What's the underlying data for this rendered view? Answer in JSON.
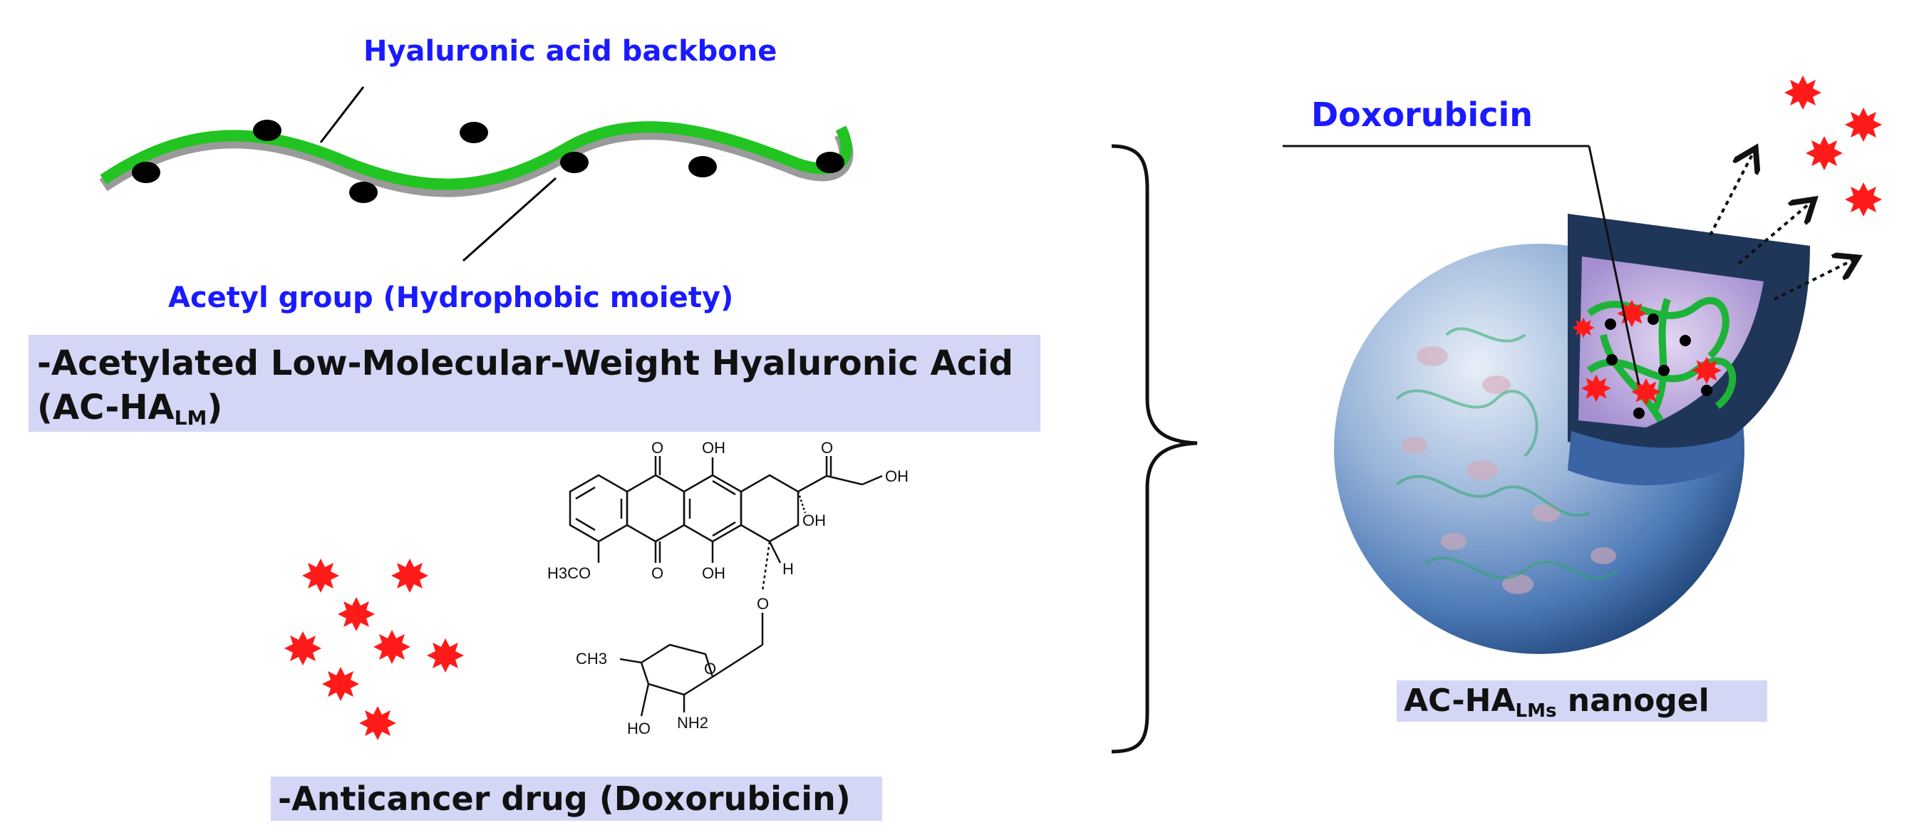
{
  "labels": {
    "backbone": "Hyaluronic acid backbone",
    "acetyl": "Acetyl group (Hydrophobic moiety)",
    "polymer_line1": "-Acetylated Low-Molecular-Weight Hyaluronic Acid",
    "polymer_line2_main": "(AC-HA",
    "polymer_line2_sub": "LM",
    "polymer_line2_end": ")",
    "drug": "-Anticancer drug (Doxorubicin)",
    "doxorubicin": "Doxorubicin",
    "nanogel_main": "AC-HA",
    "nanogel_sub": "LMs",
    "nanogel_end": " nanogel"
  },
  "structure_atoms": {
    "o_top1": "O",
    "oh_top": "OH",
    "o_keto": "O",
    "oh_chain": "OH",
    "oh_ring": "OH",
    "h3co": "H3CO",
    "o_bottom": "O",
    "oh_bottom": "OH",
    "h": "H",
    "o_link": "O",
    "ch3": "CH3",
    "o_ring": "O",
    "nh2": "NH2",
    "ho": "HO"
  },
  "colors": {
    "label_blue": "#1a1aff",
    "band": "#d4d6f6",
    "backbone_green": "#22c422",
    "drug_red": "#ff1a1a",
    "nanogel_shell": "#4a78b8",
    "nanogel_core": "#b7a3dc"
  }
}
